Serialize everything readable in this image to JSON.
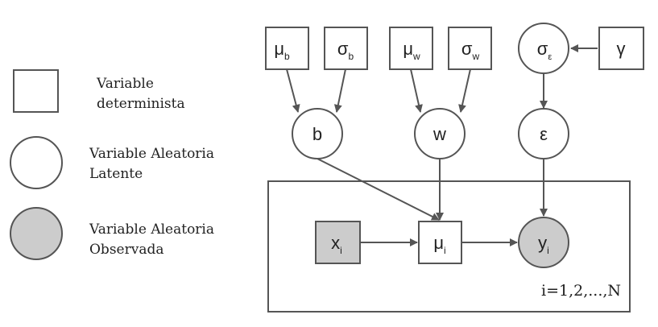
{
  "legend": {
    "deterministic": {
      "line1": "Variable",
      "line2": "determinista"
    },
    "latent": {
      "line1": "Variable Aleatoria",
      "line2": "Latente"
    },
    "observed": {
      "line1": "Variable Aleatoria",
      "line2": "Observada"
    }
  },
  "nodes": {
    "mu_b": {
      "base": "μ",
      "sub": "b"
    },
    "sigma_b": {
      "base": "σ",
      "sub": "b"
    },
    "mu_w": {
      "base": "μ",
      "sub": "w"
    },
    "sigma_w": {
      "base": "σ",
      "sub": "w"
    },
    "sigma_eps": {
      "base": "σ",
      "sub": "ε"
    },
    "gamma": {
      "base": "γ"
    },
    "b": {
      "base": "b"
    },
    "w": {
      "base": "w"
    },
    "eps": {
      "base": "ε"
    },
    "x_i": {
      "base": "x",
      "sub": "i"
    },
    "mu_i": {
      "base": "μ",
      "sub": "i"
    },
    "y_i": {
      "base": "y",
      "sub": "i"
    }
  },
  "plate": {
    "label": "i=1,2,...,N"
  },
  "colors": {
    "stroke": "#555555",
    "observed_fill": "#cccccc",
    "node_fill": "#ffffff",
    "text": "#222222"
  }
}
